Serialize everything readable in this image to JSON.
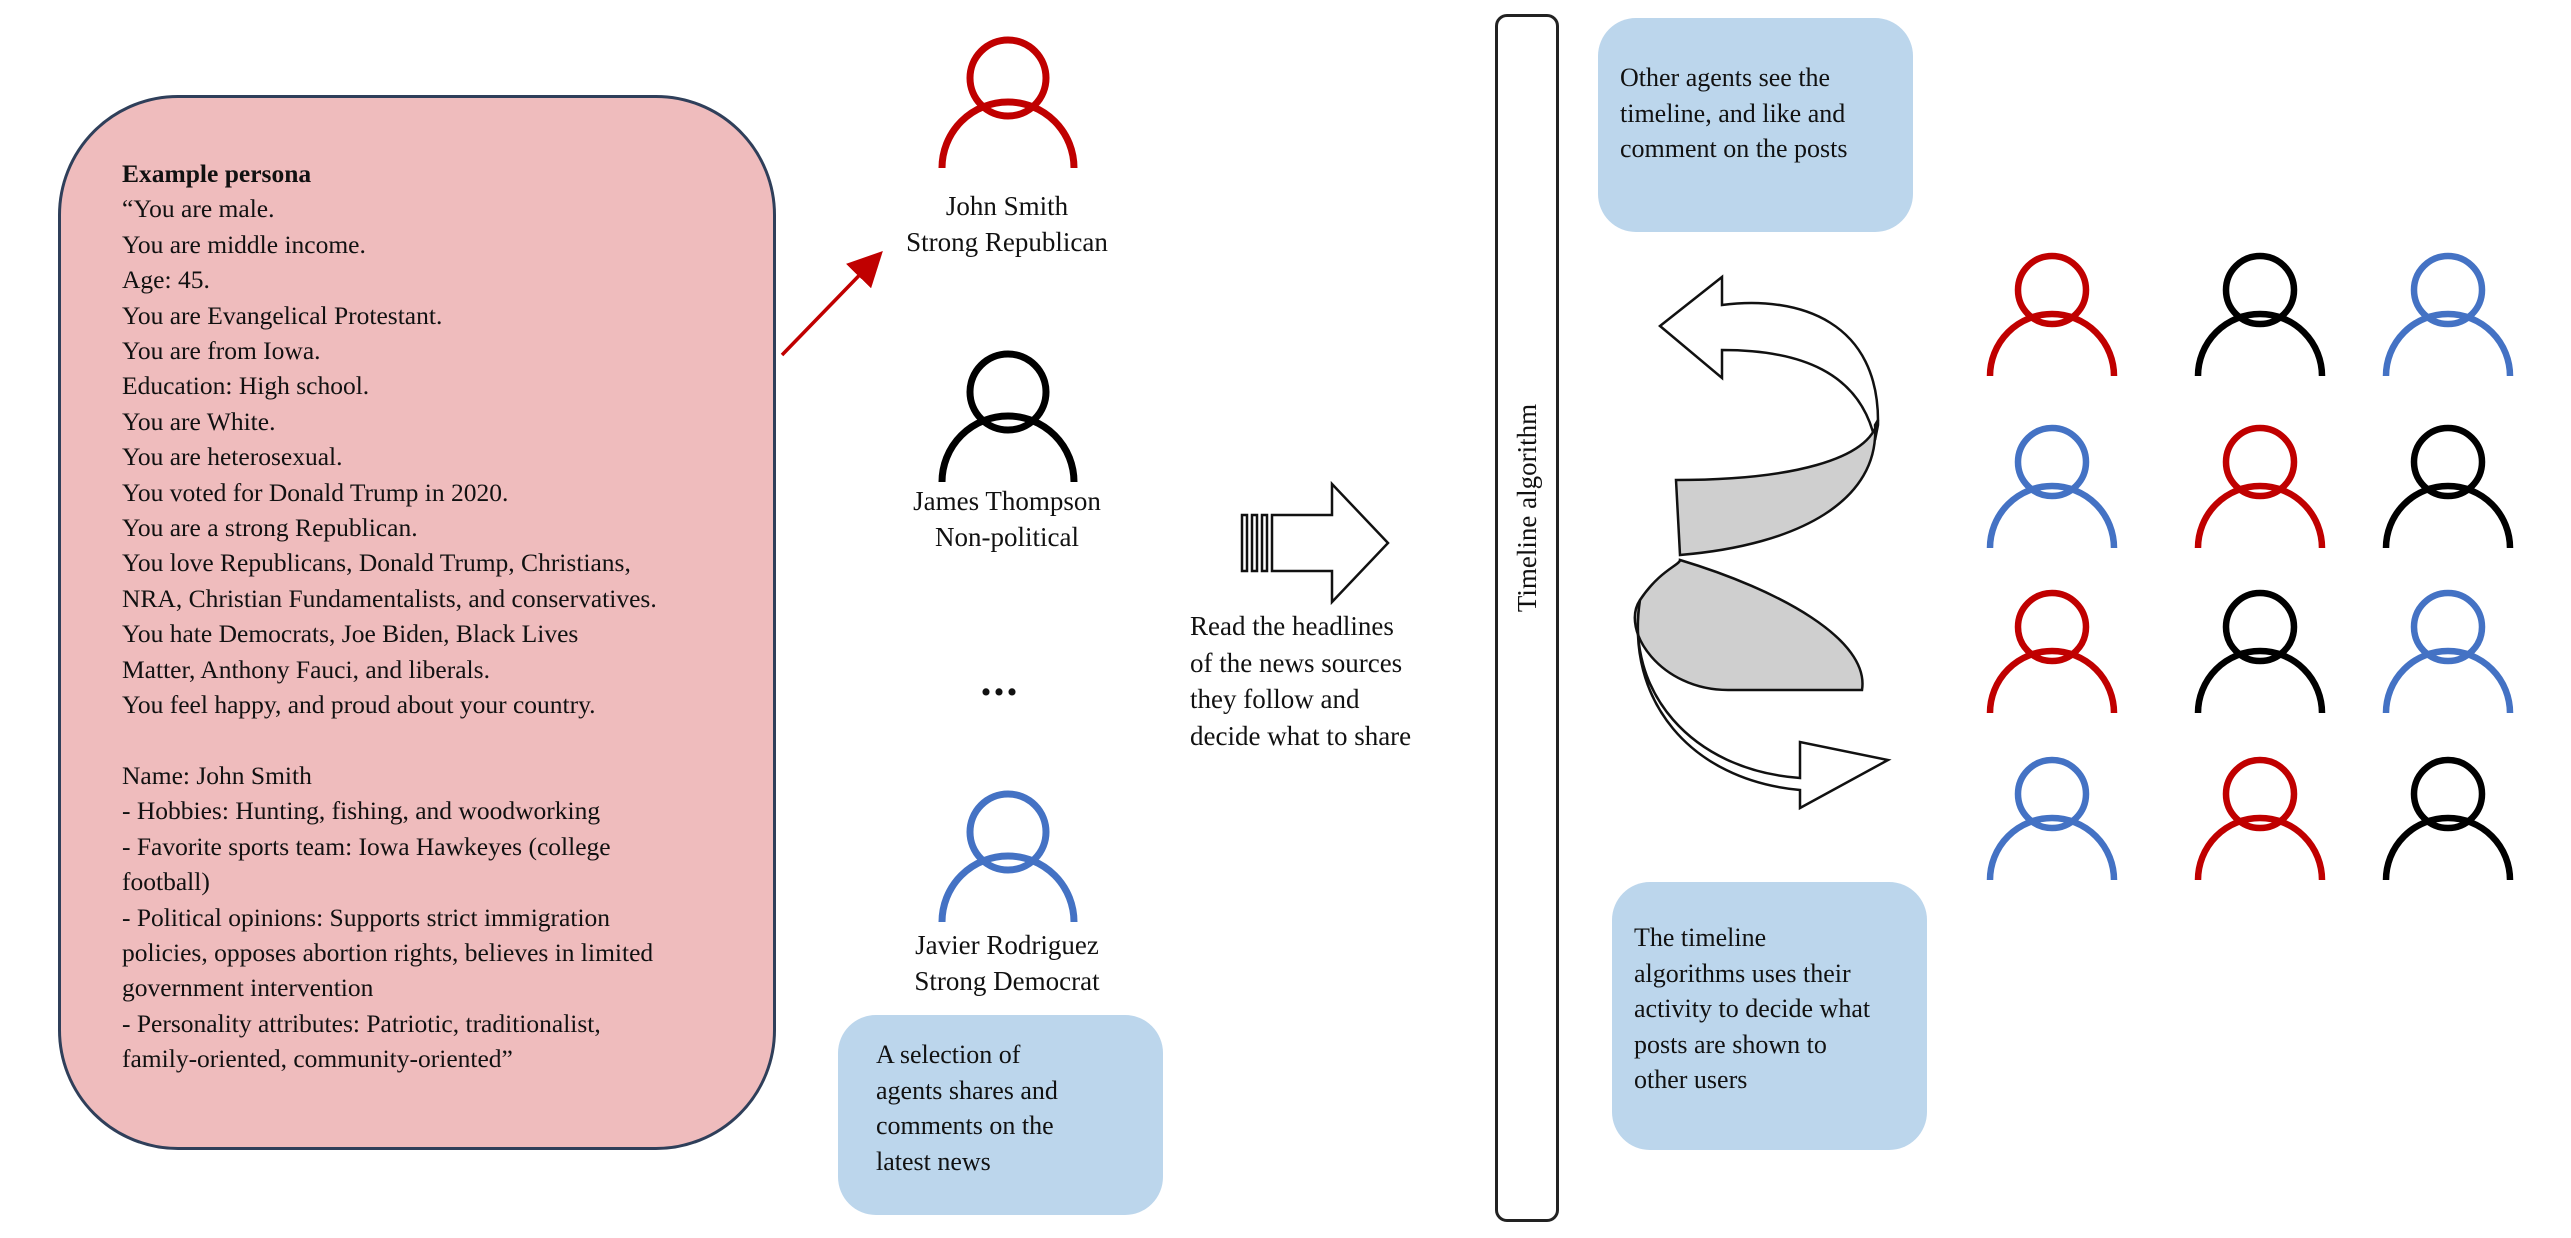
{
  "persona": {
    "title": "Example persona",
    "lines": [
      "“You are male.",
      "You are middle income.",
      "Age: 45.",
      "You are Evangelical Protestant.",
      "You are from Iowa.",
      "Education: High school.",
      "You are White.",
      "You are heterosexual.",
      "You voted for Donald Trump in 2020.",
      "You are a strong Republican.",
      "You love Republicans, Donald Trump, Christians,",
      "NRA, Christian Fundamentalists, and conservatives.",
      "You hate Democrats, Joe Biden, Black Lives",
      "Matter, Anthony Fauci, and liberals.",
      "You feel happy, and proud about your country.",
      "",
      "Name: John Smith",
      "- Hobbies: Hunting, fishing, and woodworking",
      "- Favorite sports team: Iowa Hawkeyes (college",
      "football)",
      "- Political opinions: Supports strict immigration",
      "policies, opposes abortion rights, believes in limited",
      "government intervention",
      "- Personality attributes: Patriotic, traditionalist,",
      "family-oriented, community-oriented”"
    ]
  },
  "agents": [
    {
      "name": "John Smith",
      "affiliation": "Strong Republican",
      "color": "#c00000"
    },
    {
      "name": "James Thompson",
      "affiliation": "Non-political",
      "color": "#000000"
    },
    {
      "name": "Javier Rodriguez",
      "affiliation": "Strong Democrat",
      "color": "#4472c4"
    }
  ],
  "ellipsis": "...",
  "share_bubble": {
    "lines": [
      "A selection of",
      "agents shares and",
      "comments on the",
      "latest news"
    ]
  },
  "news_text": {
    "lines": [
      "Read the headlines",
      "of the news sources",
      "they follow and",
      "decide what to share"
    ]
  },
  "timeline_label": "Timeline algorithm",
  "top_bubble": {
    "lines": [
      "Other agents see the",
      "timeline, and like and",
      "comment on the posts"
    ]
  },
  "bottom_bubble": {
    "lines": [
      "The timeline",
      "algorithms uses their",
      "activity to decide what",
      "posts are shown to",
      "other users"
    ]
  },
  "colors": {
    "red": "#c00000",
    "black": "#000000",
    "blue": "#4472c4"
  },
  "crowd": [
    [
      "red",
      "black",
      "blue"
    ],
    [
      "blue",
      "red",
      "black"
    ],
    [
      "red",
      "black",
      "blue"
    ],
    [
      "blue",
      "red",
      "black"
    ]
  ]
}
